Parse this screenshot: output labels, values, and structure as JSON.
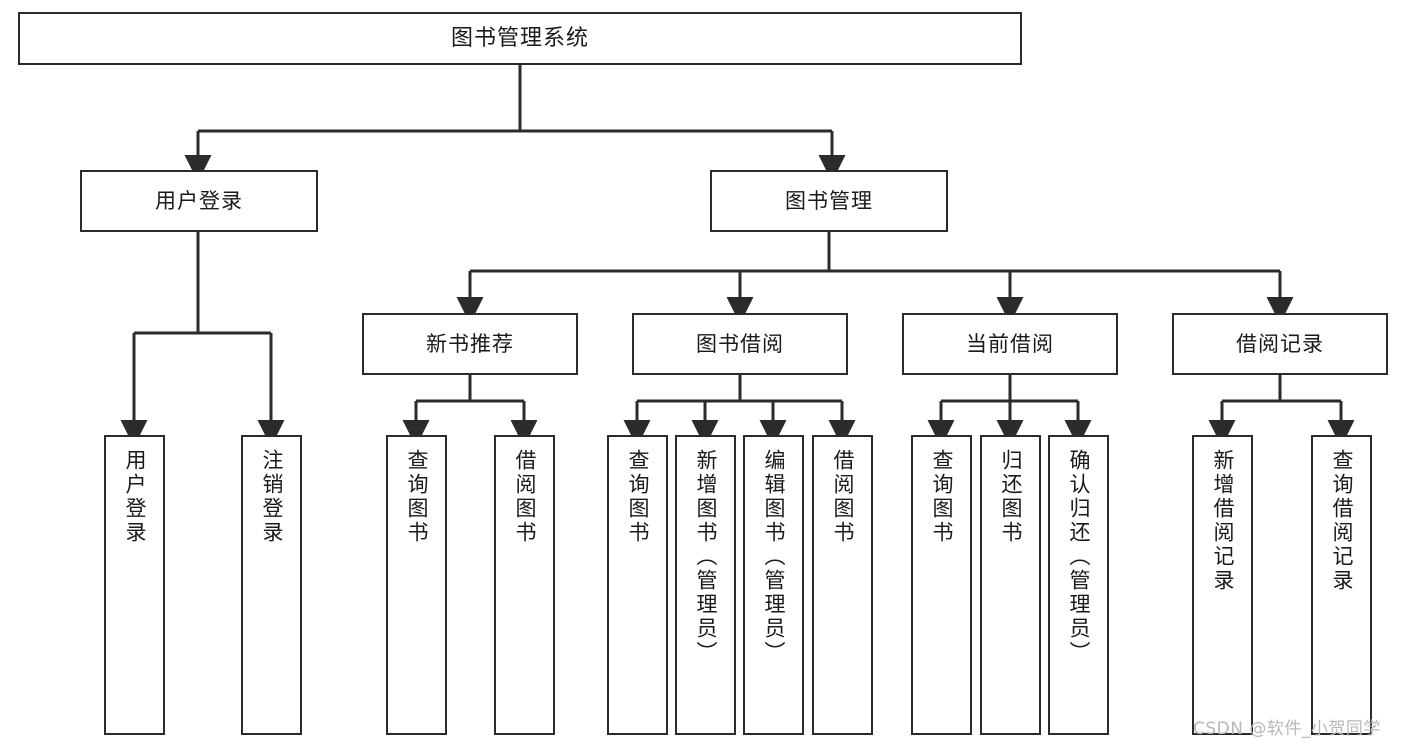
{
  "diagram": {
    "title_node": {
      "label": "图书管理系统"
    },
    "level2": [
      {
        "label": "用户登录"
      },
      {
        "label": "图书管理"
      }
    ],
    "level3": [
      {
        "label": "新书推荐"
      },
      {
        "label": "图书借阅"
      },
      {
        "label": "当前借阅"
      },
      {
        "label": "借阅记录"
      }
    ],
    "leaves": {
      "user_login": [
        {
          "label": "用户登录"
        },
        {
          "label": "注销登录"
        }
      ],
      "new_book_recommend": [
        {
          "label": "查询图书"
        },
        {
          "label": "借阅图书"
        }
      ],
      "book_borrow": [
        {
          "label": "查询图书"
        },
        {
          "label": "新增图书（管理员）"
        },
        {
          "label": "编辑图书（管理员）"
        },
        {
          "label": "借阅图书"
        }
      ],
      "current_borrow": [
        {
          "label": "查询图书"
        },
        {
          "label": "归还图书"
        },
        {
          "label": "确认归还（管理员）"
        }
      ],
      "borrow_record": [
        {
          "label": "新增借阅记录"
        },
        {
          "label": "查询借阅记录"
        }
      ]
    },
    "watermark": "CSDN @软件_小贺同学",
    "colors": {
      "stroke": "#2b2b2b",
      "box_fill": "#ffffff",
      "text": "#1a1a1a",
      "watermark": "#b9b9b9"
    }
  }
}
